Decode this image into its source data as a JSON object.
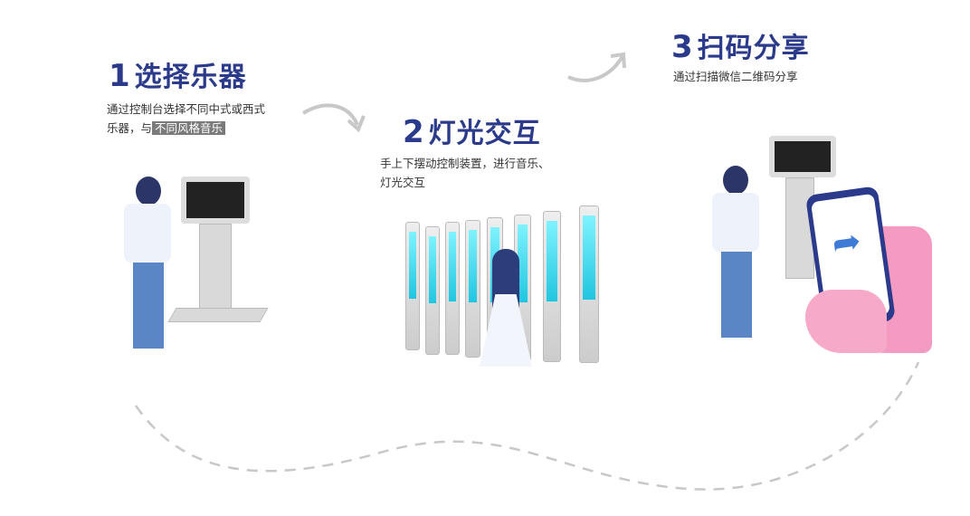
{
  "steps": [
    {
      "num": "1",
      "title": "选择乐器",
      "desc_line1": "通过控制台选择不同中式或西式",
      "desc_line2_prefix": "乐器，与",
      "desc_highlight": "不同风格音乐"
    },
    {
      "num": "2",
      "title": "灯光交互",
      "desc_line1": "手上下摆动控制装置，进行音乐、",
      "desc_line2": "灯光交互"
    },
    {
      "num": "3",
      "title": "扫码分享",
      "desc_line1": "通过扫描微信二维码分享"
    }
  ],
  "colors": {
    "title": "#2b3a8a",
    "highlight": "#7a7a7a",
    "arrow": "#c8c8c8",
    "pillar_glow": "#1fc6e0",
    "phone_hand": "#f59ac0"
  }
}
